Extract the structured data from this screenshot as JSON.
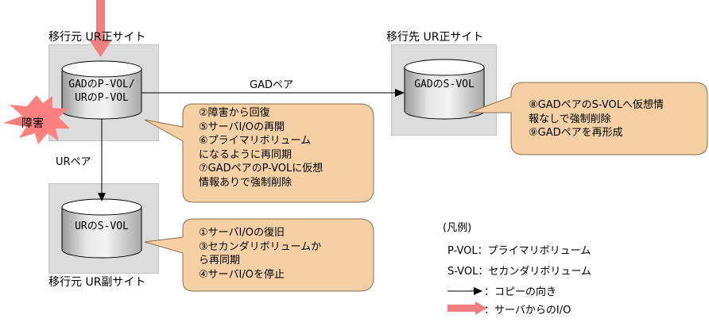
{
  "sites": {
    "source_primary": "移行元 UR正サイト",
    "target_primary": "移行先 UR正サイト",
    "source_secondary": "移行元 UR副サイト"
  },
  "volumes": {
    "gad_pvol_line1": "GADのP-VOL/",
    "gad_pvol_line2": "URのP-VOL",
    "gad_svol": "GADのS-VOL",
    "ur_svol": "URのS-VOL"
  },
  "pairs": {
    "gad_pair": "GADペア",
    "ur_pair": "URペア"
  },
  "failure_label": "障害",
  "notes": {
    "primary": [
      "②障害から回復",
      "⑤サーバI/Oの再開",
      "⑥プライマリボリューム",
      "になるように再同期",
      "⑦GADペアのP-VOLに仮想",
      "情報ありで強制削除"
    ],
    "target": [
      "⑧GADペアのS-VOLへ仮想情",
      "報なしで強制削除",
      "⑨GADペアを再形成"
    ],
    "secondary": [
      "①サーバI/Oの復旧",
      "③セカンダリボリュームか",
      "ら再同期",
      "④サーバI/Oを停止"
    ]
  },
  "legend": {
    "title": "(凡例)",
    "pvol": "P-VOL：プライマリボリューム",
    "svol": "S-VOL：セカンダリボリューム",
    "copy": "：コピーの向き",
    "io": "：サーバからのI/O"
  },
  "colors": {
    "site_box": "#dcdcdc",
    "note_fill": "#f4d0a4",
    "note_stroke": "#8c7050",
    "io_arrow": "#f08080",
    "failure_star": "#ff8080"
  }
}
